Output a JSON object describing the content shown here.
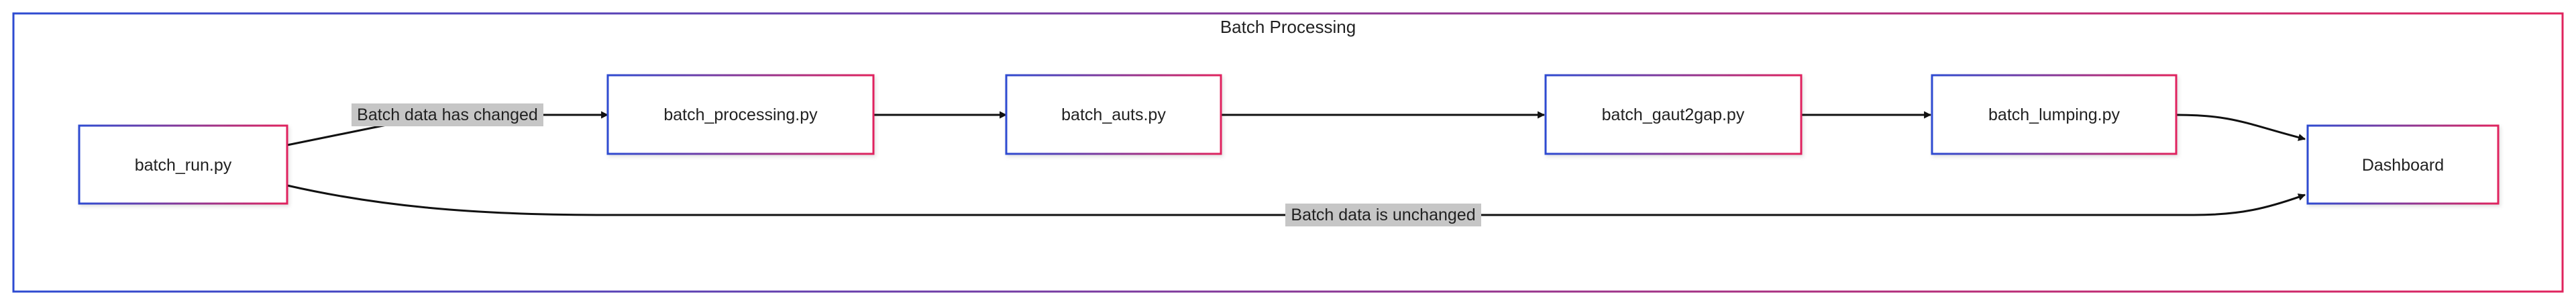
{
  "group": {
    "title": "Batch Processing"
  },
  "nodes": {
    "batch_run": "batch_run.py",
    "batch_processing": "batch_processing.py",
    "batch_auts": "batch_auts.py",
    "batch_gaut2gap": "batch_gaut2gap.py",
    "batch_lumping": "batch_lumping.py",
    "dashboard": "Dashboard"
  },
  "edges": {
    "changed_label": "Batch data has changed",
    "unchanged_label": "Batch data is unchanged"
  },
  "colors": {
    "gradient_start": "#2e4bd1",
    "gradient_end": "#e0245e",
    "edge_label_bg": "#c6c6c6",
    "line": "#111111"
  }
}
